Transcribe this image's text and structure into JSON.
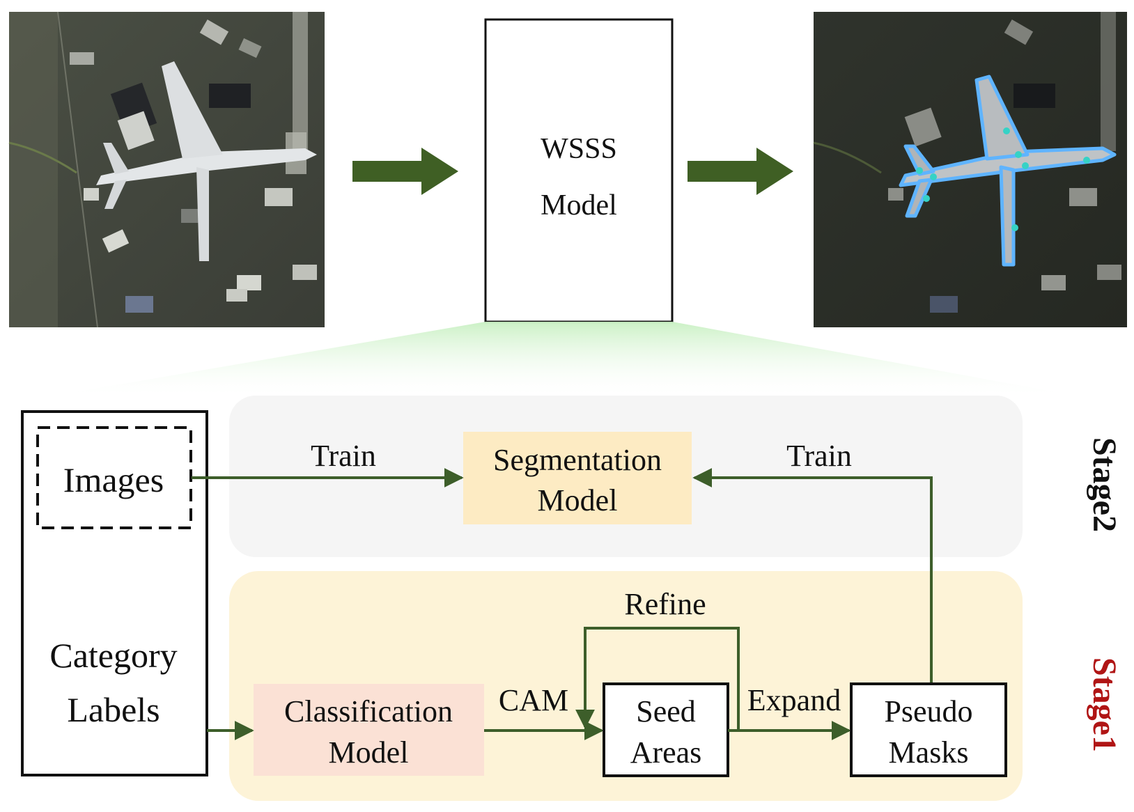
{
  "top": {
    "wsss_line1": "WSSS",
    "wsss_line2": "Model"
  },
  "inputs": {
    "images": "Images",
    "labels_line1": "Category",
    "labels_line2": "Labels"
  },
  "stage2": {
    "label": "Stage2",
    "seg_line1": "Segmentation",
    "seg_line2": "Model",
    "train_left": "Train",
    "train_right": "Train"
  },
  "stage1": {
    "label": "Stage1",
    "cls_line1": "Classification",
    "cls_line2": "Model",
    "cam": "CAM",
    "seed_line1": "Seed",
    "seed_line2": "Areas",
    "expand": "Expand",
    "refine": "Refine",
    "pseudo_line1": "Pseudo",
    "pseudo_line2": "Masks"
  },
  "colors": {
    "arrow": "#3d5e2a",
    "big_arrow": "#3f5f24",
    "stage2_bg": "#f5f5f5",
    "stage1_bg": "#fdf3d7",
    "seg_box": "#fdebc3",
    "cls_box": "#fbe1d5",
    "stage1_text": "#b01515",
    "stage2_text": "#111111",
    "highlight": "#5fb4ff",
    "keypoint": "#35d2c6"
  }
}
